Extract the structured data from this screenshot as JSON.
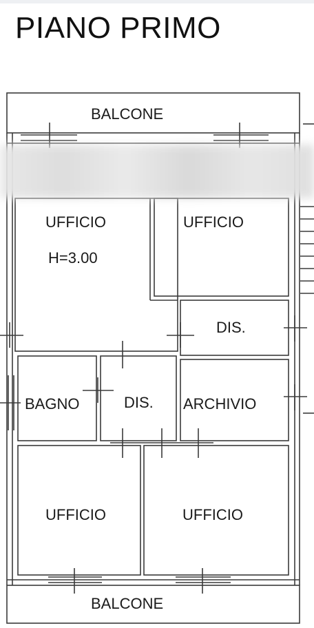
{
  "title": "PIANO PRIMO",
  "rooms": {
    "balcone_top": "BALCONE",
    "ufficio_top_left": "UFFICIO",
    "ufficio_top_left_height": "H=3.00",
    "ufficio_top_right": "UFFICIO",
    "dis_right": "DIS.",
    "bagno": "BAGNO",
    "dis_center": "DIS.",
    "archivio": "ARCHIVIO",
    "ufficio_bottom_left": "UFFICIO",
    "ufficio_bottom_right": "UFFICIO",
    "balcone_bottom": "BALCONE"
  },
  "colors": {
    "line": "#3a3a3a",
    "background": "#ffffff"
  }
}
